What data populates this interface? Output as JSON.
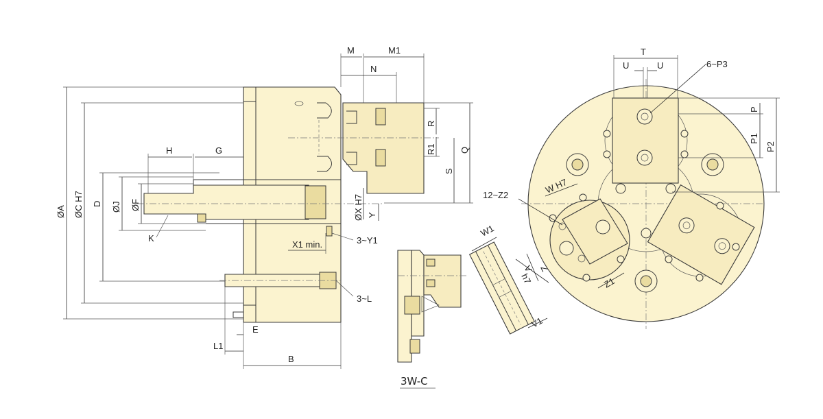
{
  "labels": {
    "dA": "ØA",
    "dC": "ØC H7",
    "D": "D",
    "dJ": "ØJ",
    "dF": "ØF",
    "H": "H",
    "G": "G",
    "K": "K",
    "M": "M",
    "M1": "M1",
    "N": "N",
    "R": "R",
    "R1": "R1",
    "Q": "Q",
    "S": "S",
    "dX": "ØX H7",
    "Y": "Y",
    "Y1": "3~Y1",
    "X1": "X1 min.",
    "L": "3~L",
    "E": "E",
    "L1": "L1",
    "B": "B",
    "T": "T",
    "U1": "U",
    "U2": "U",
    "P3": "6~P3",
    "P": "P",
    "P1": "P1",
    "P2": "P2",
    "WH7": "W H7",
    "Z2": "12~Z2",
    "W1": "W1",
    "V": "V",
    "h7": "h7",
    "Z": "Z",
    "Z1": "Z1",
    "V1": "V1"
  },
  "caption": "3W-C",
  "colors": {
    "body_fill": "#fbf3cf",
    "line": "#3a3a3a"
  }
}
